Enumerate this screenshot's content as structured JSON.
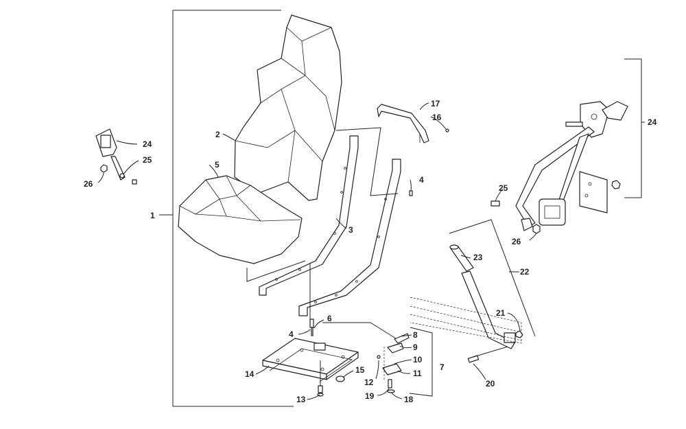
{
  "diagram": {
    "callouts": [
      {
        "id": "c1",
        "text": "1"
      },
      {
        "id": "c2",
        "text": "2"
      },
      {
        "id": "c3",
        "text": "3"
      },
      {
        "id": "c4a",
        "text": "4"
      },
      {
        "id": "c4b",
        "text": "4"
      },
      {
        "id": "c5",
        "text": "5"
      },
      {
        "id": "c6",
        "text": "6"
      },
      {
        "id": "c7",
        "text": "7"
      },
      {
        "id": "c8",
        "text": "8"
      },
      {
        "id": "c9",
        "text": "9"
      },
      {
        "id": "c10",
        "text": "10"
      },
      {
        "id": "c11",
        "text": "11"
      },
      {
        "id": "c12",
        "text": "12"
      },
      {
        "id": "c13",
        "text": "13"
      },
      {
        "id": "c14",
        "text": "14"
      },
      {
        "id": "c15",
        "text": "15"
      },
      {
        "id": "c16",
        "text": "16"
      },
      {
        "id": "c17",
        "text": "17"
      },
      {
        "id": "c18",
        "text": "18"
      },
      {
        "id": "c19",
        "text": "19"
      },
      {
        "id": "c20",
        "text": "20"
      },
      {
        "id": "c21",
        "text": "21"
      },
      {
        "id": "c22",
        "text": "22"
      },
      {
        "id": "c23",
        "text": "23"
      },
      {
        "id": "c24a",
        "text": "24"
      },
      {
        "id": "c24b",
        "text": "24"
      },
      {
        "id": "c25a",
        "text": "25"
      },
      {
        "id": "c25b",
        "text": "25"
      },
      {
        "id": "c26a",
        "text": "26"
      },
      {
        "id": "c26b",
        "text": "26"
      }
    ]
  },
  "colors": {
    "line": "#231f20",
    "background": "#ffffff"
  }
}
